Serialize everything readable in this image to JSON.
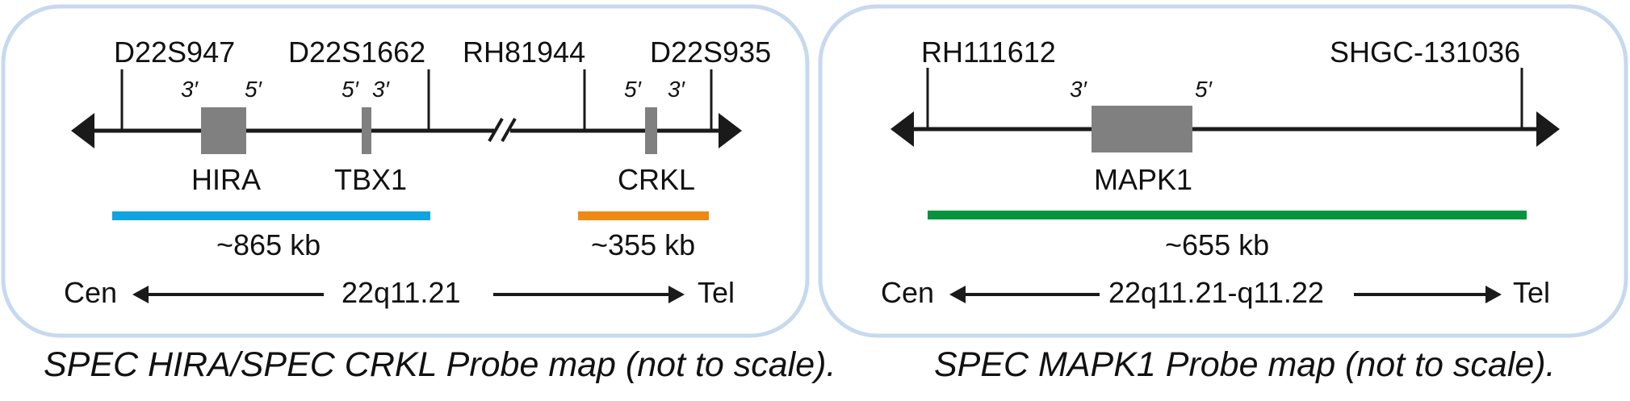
{
  "colors": {
    "panel_border": "#c7d9ef",
    "axis": "#1a1a1a",
    "gene_box": "#808080",
    "probe_hira": "#0fa3df",
    "probe_crkl": "#ee8a14",
    "probe_mapk1": "#05933f"
  },
  "panels": [
    {
      "markers": [
        "D22S947",
        "D22S1662",
        "RH81944",
        "D22S935"
      ],
      "genes": [
        {
          "name": "HIRA",
          "left_end": "3′",
          "right_end": "5′"
        },
        {
          "name": "TBX1",
          "left_end": "5′",
          "right_end": "3′"
        },
        {
          "name": "CRKL",
          "left_end": "5′",
          "right_end": "3′"
        }
      ],
      "probes": [
        {
          "size": "~865 kb",
          "color": "#0fa3df"
        },
        {
          "size": "~355 kb",
          "color": "#ee8a14"
        }
      ],
      "direction": {
        "left": "Cen",
        "band": "22q11.21",
        "right": "Tel"
      },
      "caption": "SPEC HIRA/SPEC CRKL Probe map (not to scale)."
    },
    {
      "markers": [
        "RH111612",
        "SHGC-131036"
      ],
      "genes": [
        {
          "name": "MAPK1",
          "left_end": "3′",
          "right_end": "5′"
        }
      ],
      "probes": [
        {
          "size": "~655 kb",
          "color": "#05933f"
        }
      ],
      "direction": {
        "left": "Cen",
        "band": "22q11.21-q11.22",
        "right": "Tel"
      },
      "caption": "SPEC MAPK1 Probe map (not to scale)."
    }
  ]
}
